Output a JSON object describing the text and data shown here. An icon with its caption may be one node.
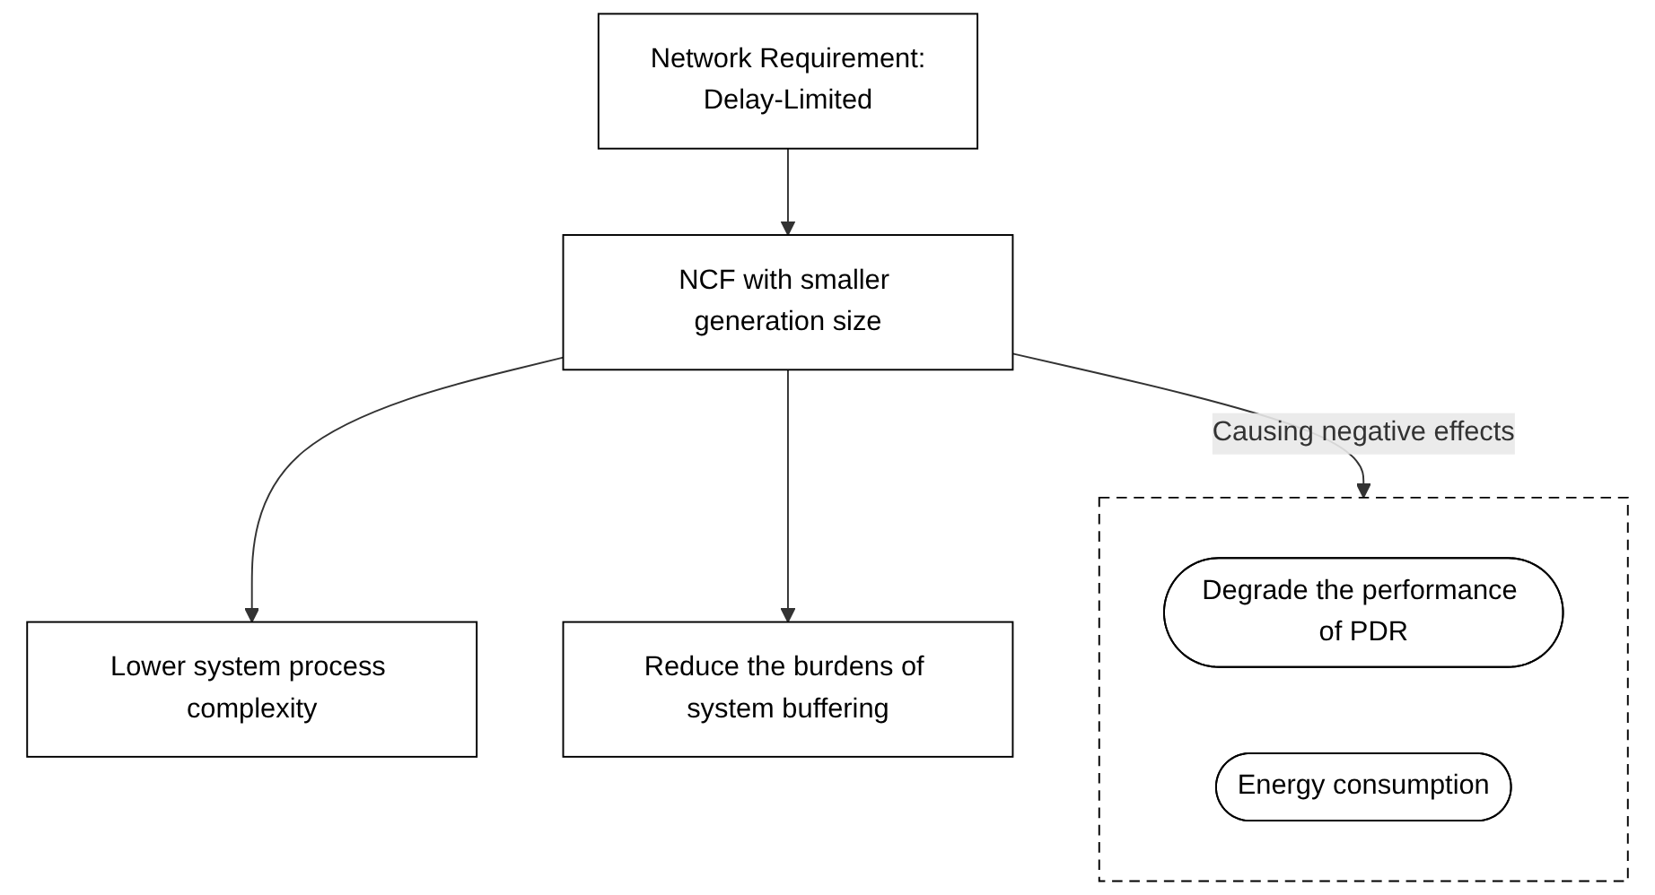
{
  "diagram": {
    "nodes": [
      {
        "text": [
          "Network Requirement:",
          "Delay-Limited"
        ]
      },
      {
        "text": [
          "Lower system process complexity"
        ]
      },
      {
        "text": [
          "Reduce the burdens of system buffering"
        ]
      },
      {
        "text": [
          "NCF with smaller generation size"
        ]
      },
      {
        "text": [],
        "shape": "box"
      },
      {
        "text": [
          "Degrade the performance of PDR"
        ],
        "in": 4
      },
      {
        "text": [
          "Energy consumption"
        ],
        "in": 4
      }
    ],
    "edges": [
      {
        "from": 0,
        "to": 3,
        "arrow": "to"
      },
      {
        "from": 3,
        "to": 1,
        "arrow": "to"
      },
      {
        "from": 3,
        "to": 2,
        "arrow": "to"
      },
      {
        "from": 3,
        "to": 4,
        "arrow": "to",
        "label": "Causing negative effects"
      }
    ]
  }
}
